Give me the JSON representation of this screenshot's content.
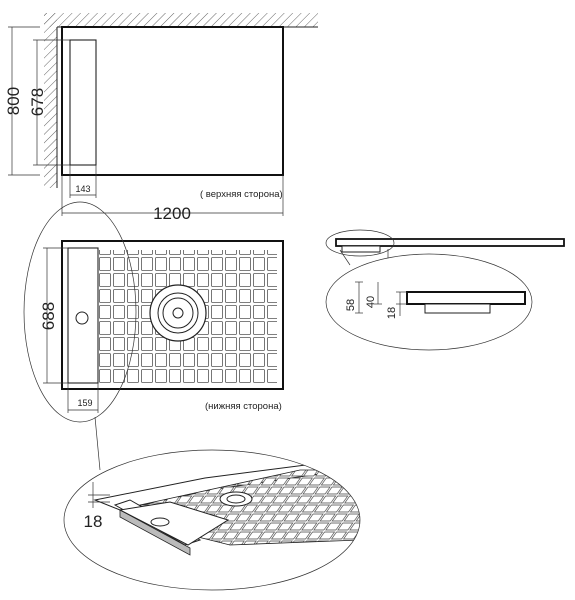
{
  "top_view": {
    "caption": "( верхняя сторона)",
    "dim_width": "1200",
    "dim_height_outer": "800",
    "dim_height_inner": "678",
    "dim_channel": "143"
  },
  "bottom_view": {
    "caption": "(нижняя сторона)",
    "dim_height": "688",
    "dim_channel": "159"
  },
  "side_view": {
    "dim_58": "58",
    "dim_40": "40",
    "dim_18": "18"
  },
  "detail_view": {
    "dim_thickness": "18"
  }
}
